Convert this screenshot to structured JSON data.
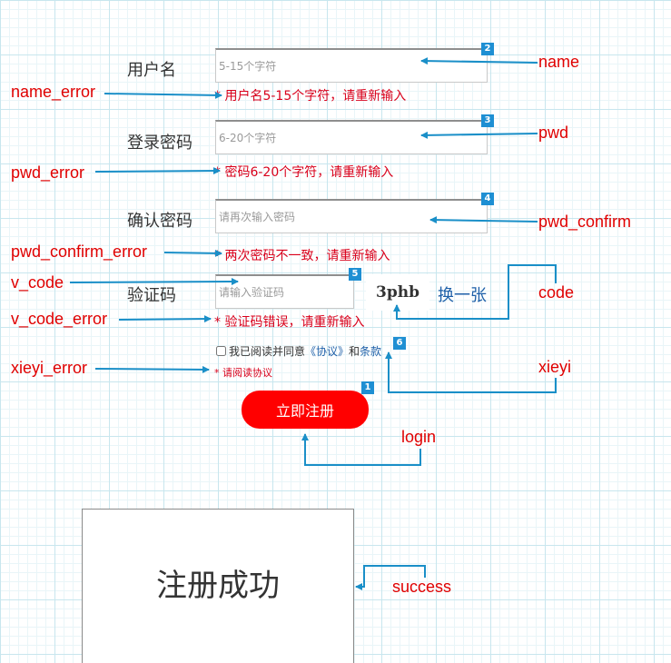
{
  "form": {
    "username": {
      "label": "用户名",
      "placeholder": "5-15个字符",
      "error_star": "*",
      "error": " 用户名5-15个字符，请重新输入"
    },
    "password": {
      "label": "登录密码",
      "placeholder": "6-20个字符",
      "error_star": "*",
      "error": " 密码6-20个字符，请重新输入"
    },
    "confirm": {
      "label": "确认密码",
      "placeholder": "请再次输入密码",
      "error_star": "*",
      "error": " 两次密码不一致，请重新输入"
    },
    "vcode": {
      "label": "验证码",
      "placeholder": "请输入验证码",
      "code_text": "3phb",
      "refresh_label": "换一张",
      "error_star": "*",
      "error": " 验证码错误，请重新输入"
    },
    "agreement": {
      "prefix": "我已阅读并同意",
      "link": "《协议》",
      "and": "和",
      "terms": "条款",
      "error_star": "*",
      "error": " 请阅读协议"
    },
    "register_button": "立即注册"
  },
  "success_panel": {
    "text": "注册成功"
  },
  "badges": [
    "2",
    "3",
    "4",
    "5",
    "6",
    "1"
  ],
  "annotations": {
    "name": "name",
    "name_error": "name_error",
    "pwd": "pwd",
    "pwd_error": "pwd_error",
    "pwd_confirm": "pwd_confirm",
    "pwd_confirm_error": "pwd_confirm_error",
    "v_code": "v_code",
    "code": "code",
    "v_code_error": "v_code_error",
    "xieyi_error": "xieyi_error",
    "xieyi": "xieyi",
    "login": "login",
    "success": "success"
  },
  "colors": {
    "annotation": "#e00000",
    "error": "#d9001b",
    "arrow": "#1a8fc8",
    "badge": "#1e8fd3",
    "button": "#ff0000",
    "link": "#1d5fa8"
  }
}
